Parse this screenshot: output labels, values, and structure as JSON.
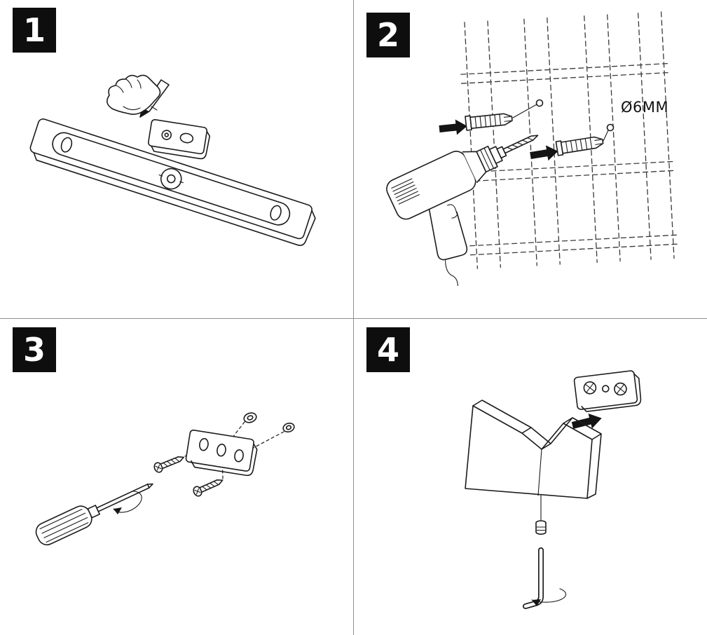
{
  "colors": {
    "background": "#ffffff",
    "line": "#1c1c1c",
    "badge_background": "#0e0e0e",
    "badge_text": "#ffffff",
    "divider": "#8f8f8f",
    "arrow_fill": "#141414"
  },
  "steps": [
    {
      "number": "1",
      "illustration": "hand-marking-wall-with-pencil-above-spirit-level-and-bracket"
    },
    {
      "number": "2",
      "illustration": "drill-making-holes-in-tiled-wall-with-wall-plugs",
      "diameter_label": "Ø6MM"
    },
    {
      "number": "3",
      "illustration": "fastening-bracket-with-screws-washers-and-screwdriver"
    },
    {
      "number": "4",
      "illustration": "sliding-hook-onto-bracket-and-tightening-set-screw-with-hex-key"
    }
  ]
}
